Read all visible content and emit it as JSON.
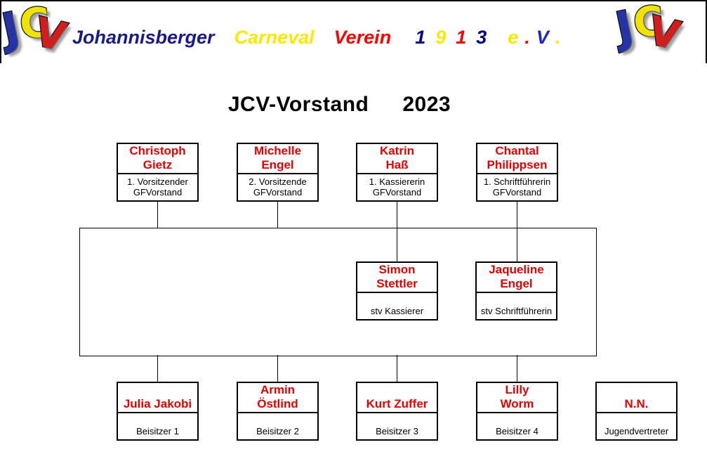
{
  "header": {
    "logo_letters": [
      {
        "char": "J",
        "color": "#2633a8"
      },
      {
        "char": "C",
        "color": "#f0e300"
      },
      {
        "char": "V",
        "color": "#d41c1c"
      }
    ],
    "title_segments": [
      {
        "text": "Johannisberger",
        "color": "#1a1a8c"
      },
      {
        "text": "Carneval",
        "color": "#ffe800"
      },
      {
        "text": "Verein",
        "color": "#ff0000"
      },
      {
        "text": "1",
        "color": "#00008b"
      },
      {
        "text": "9",
        "color": "#ffe800"
      },
      {
        "text": "1",
        "color": "#ff0000"
      },
      {
        "text": "3",
        "color": "#00008b"
      },
      {
        "text": "e",
        "color": "#ffe800"
      },
      {
        "text": ".",
        "color": "#ff0000"
      },
      {
        "text": "V",
        "color": "#2222cc"
      },
      {
        "text": ".",
        "color": "#ffe800"
      }
    ]
  },
  "page_title": {
    "main": "JCV-Vorstand",
    "year": "2023"
  },
  "colors": {
    "name_red": "#e80000",
    "line_black": "#000000"
  },
  "org": {
    "top_row": [
      {
        "name_lines": [
          "Christoph",
          "Gietz"
        ],
        "role_lines": [
          "1. Vorsitzender",
          "GFVorstand"
        ]
      },
      {
        "name_lines": [
          "Michelle",
          "Engel"
        ],
        "role_lines": [
          "2. Vorsitzende",
          "GFVorstand"
        ]
      },
      {
        "name_lines": [
          "Katrin",
          "Haß"
        ],
        "role_lines": [
          "1. Kassiererin",
          "GFVorstand"
        ]
      },
      {
        "name_lines": [
          "Chantal",
          "Philippsen"
        ],
        "role_lines": [
          "1. Schriftführerin",
          "GFVorstand"
        ]
      }
    ],
    "middle_row": [
      {
        "name_lines": [
          "Simon",
          "Stettler"
        ],
        "role_lines": [
          "stv Kassierer"
        ]
      },
      {
        "name_lines": [
          "Jaqueline",
          "Engel"
        ],
        "role_lines": [
          "stv Schriftführerin"
        ]
      }
    ],
    "bottom_row": [
      {
        "name_lines": [
          "Julia Jakobi"
        ],
        "role_lines": [
          "Beisitzer 1"
        ]
      },
      {
        "name_lines": [
          "Armin",
          "Östlind"
        ],
        "role_lines": [
          "Beisitzer 2"
        ]
      },
      {
        "name_lines": [
          "Kurt Zuffer"
        ],
        "role_lines": [
          "Beisitzer 3"
        ]
      },
      {
        "name_lines": [
          "Lilly",
          "Worm"
        ],
        "role_lines": [
          "Beisitzer 4"
        ]
      },
      {
        "name_lines": [
          "N.N."
        ],
        "role_lines": [
          "Jugendvertreter"
        ]
      }
    ]
  }
}
